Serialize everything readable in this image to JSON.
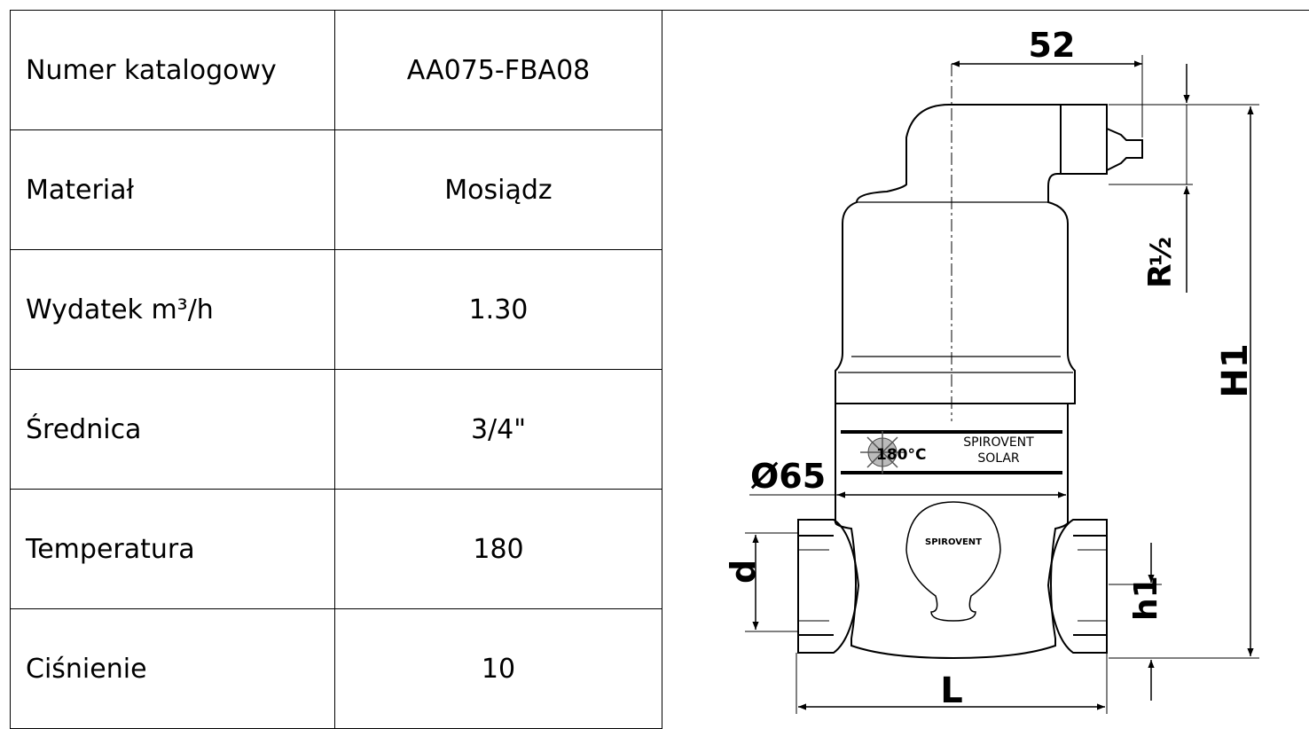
{
  "spec_table": {
    "rows": [
      {
        "label": "Numer katalogowy",
        "value": "AA075-FBA08"
      },
      {
        "label": "Materiał",
        "value": "Mosiądz"
      },
      {
        "label": "Wydatek m³/h",
        "value": "1.30"
      },
      {
        "label": "Średnica",
        "value": "3/4\""
      },
      {
        "label": "Temperatura",
        "value": "180"
      },
      {
        "label": "Ciśnienie",
        "value": "10"
      }
    ]
  },
  "drawing": {
    "dim_top": "52",
    "dim_thread_r": "R",
    "dim_thread_frac": "½",
    "dim_height": "H1",
    "dim_diameter": "Ø65",
    "dim_d": "d",
    "dim_h1": "h1",
    "dim_length": "L",
    "label_temp": "180°C",
    "label_brand_1": "SPIROVENT",
    "label_brand_2": "SOLAR",
    "body_logo": "SPIROVENT"
  }
}
